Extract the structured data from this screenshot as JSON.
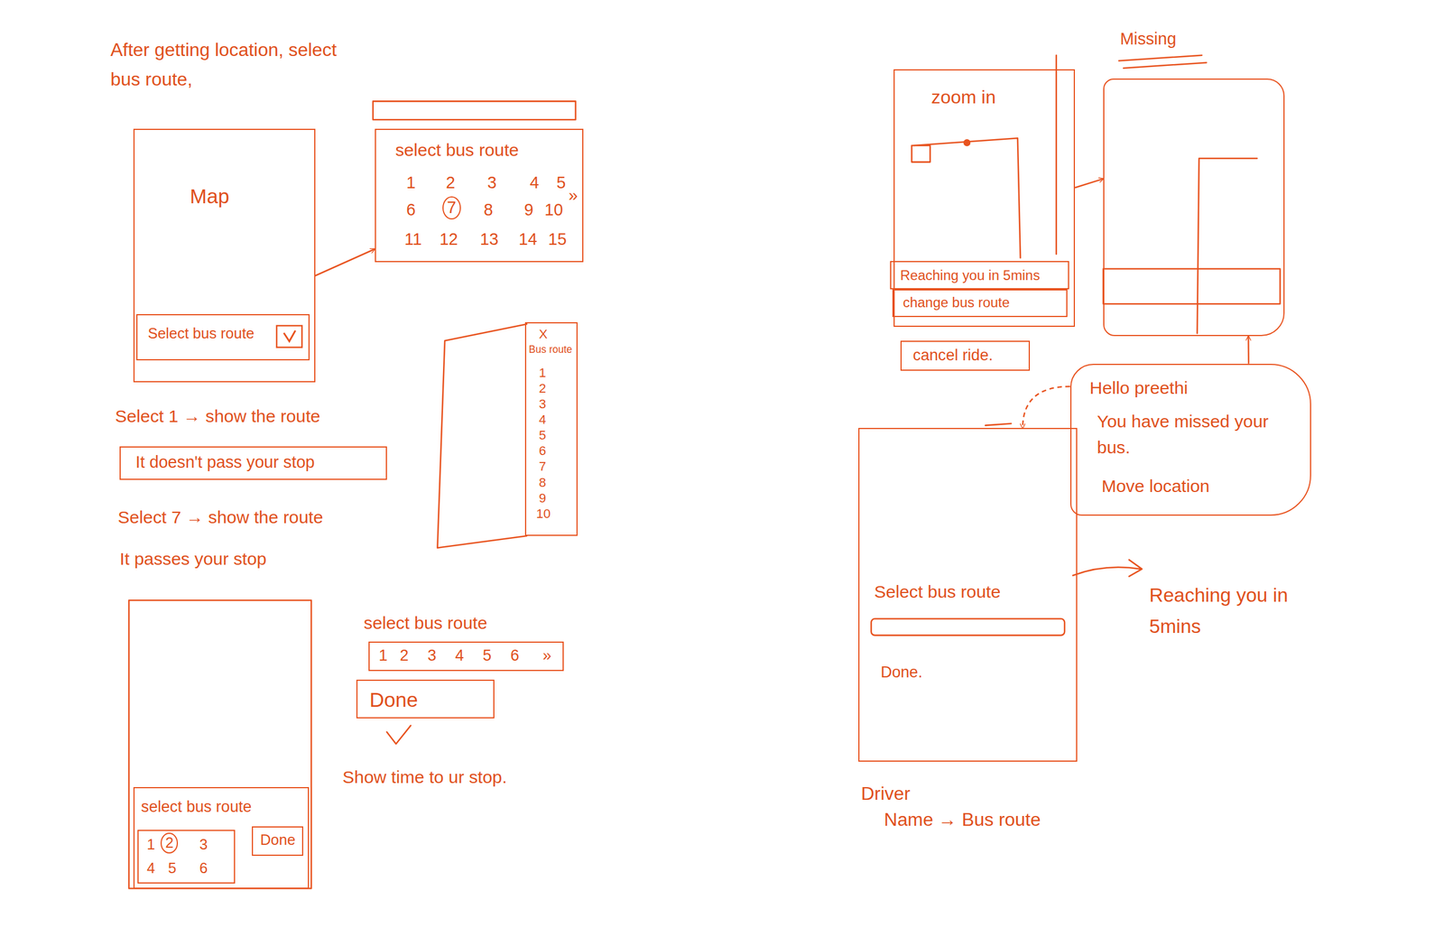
{
  "diagram": {
    "nodes": [
      {
        "text": [
          "Map"
        ]
      },
      {
        "text": [
          "Select bus route"
        ],
        "in": 0
      },
      {
        "text": [
          "select bus route",
          "1",
          "2",
          "3",
          "4",
          "5",
          "6",
          "7",
          "8",
          "9",
          "10",
          "11",
          "12",
          "13",
          "14",
          "15",
          "»"
        ]
      },
      {
        "text": [
          "X",
          "Bus route",
          "1",
          "2",
          "3",
          "4",
          "5",
          "6",
          "7",
          "8",
          "9",
          "10"
        ]
      },
      {
        "text": [
          "It doesn't pass your stop"
        ]
      },
      {
        "text": [
          "select bus route"
        ]
      },
      {
        "text": [
          "1",
          "2",
          "3",
          "4",
          "5",
          "6"
        ],
        "in": 5
      },
      {
        "text": [
          "Done"
        ],
        "in": 5
      },
      {
        "text": [
          "1",
          "2",
          "3",
          "4",
          "5",
          "6",
          "»"
        ]
      },
      {
        "text": [
          "Done"
        ]
      },
      {
        "text": [
          "zoom in"
        ]
      },
      {
        "text": [
          "Reaching you in 5mins"
        ],
        "in": 10
      },
      {
        "text": [
          "change bus route"
        ],
        "in": 10
      },
      {
        "text": [
          "cancel ride."
        ]
      },
      {
        "text": [
          "Missing"
        ]
      },
      {
        "text": [
          "Hello preethi",
          "You have missed your bus.",
          "Move location"
        ]
      },
      {
        "text": [
          "Select bus route",
          "Done."
        ]
      }
    ],
    "edges": [
      {
        "from": 0,
        "to": 2,
        "arrow": "to"
      },
      {
        "from": 10,
        "to": 14,
        "arrow": "to"
      },
      {
        "from": 15,
        "to": 14,
        "arrow": "to"
      },
      {
        "from": 15,
        "to": 16,
        "arrow": "to"
      }
    ],
    "labels": [
      "After getting location, select bus route,",
      "Select 1 → show the route",
      "Select 7 → show the route",
      "It passes your stop",
      "select bus route",
      "Show time to ur stop.",
      "Reaching you in 5mins",
      "Driver",
      "Name → Bus route"
    ]
  }
}
